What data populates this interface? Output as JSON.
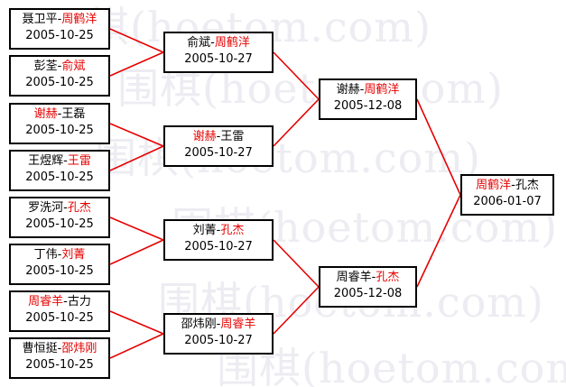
{
  "watermark": "围棋(hoetom.com)",
  "colors": {
    "winner": "#e60000",
    "line": "#e60000",
    "border": "#000000"
  },
  "round1": [
    {
      "left": "聂卫平",
      "sep": "-",
      "right": "周鹤洋",
      "winner": "right",
      "date": "2005-10-25"
    },
    {
      "left": "彭荃",
      "sep": "-",
      "right": "俞斌",
      "winner": "right",
      "date": "2005-10-25"
    },
    {
      "left": "谢赫",
      "sep": "-",
      "right": "王磊",
      "winner": "left",
      "date": "2005-10-25"
    },
    {
      "left": "王煜辉",
      "sep": "-",
      "right": "王雷",
      "winner": "right",
      "date": "2005-10-25"
    },
    {
      "left": "罗洗河",
      "sep": "-",
      "right": "孔杰",
      "winner": "right",
      "date": "2005-10-25"
    },
    {
      "left": "丁伟",
      "sep": "-",
      "right": "刘菁",
      "winner": "right",
      "date": "2005-10-25"
    },
    {
      "left": "周睿羊",
      "sep": "-",
      "right": "古力",
      "winner": "left",
      "date": "2005-10-25"
    },
    {
      "left": "曹恒挺",
      "sep": "-",
      "right": "邵炜刚",
      "winner": "right",
      "date": "2005-10-25"
    }
  ],
  "round2": [
    {
      "left": "俞斌",
      "sep": "-",
      "right": "周鹤洋",
      "winner": "right",
      "date": "2005-10-27"
    },
    {
      "left": "谢赫",
      "sep": "-",
      "right": "王雷",
      "winner": "left",
      "date": "2005-10-27"
    },
    {
      "left": "刘菁",
      "sep": "-",
      "right": "孔杰",
      "winner": "right",
      "date": "2005-10-27"
    },
    {
      "left": "邵炜刚",
      "sep": "-",
      "right": "周睿羊",
      "winner": "right",
      "date": "2005-10-27"
    }
  ],
  "round3": [
    {
      "left": "谢赫",
      "sep": "-",
      "right": "周鹤洋",
      "winner": "right",
      "date": "2005-12-08"
    },
    {
      "left": "周睿羊",
      "sep": "-",
      "right": "孔杰",
      "winner": "right",
      "date": "2005-12-08"
    }
  ],
  "final": [
    {
      "left": "周鹤洋",
      "sep": "-",
      "right": "孔杰",
      "winner": "left",
      "date": "2006-01-07"
    }
  ]
}
